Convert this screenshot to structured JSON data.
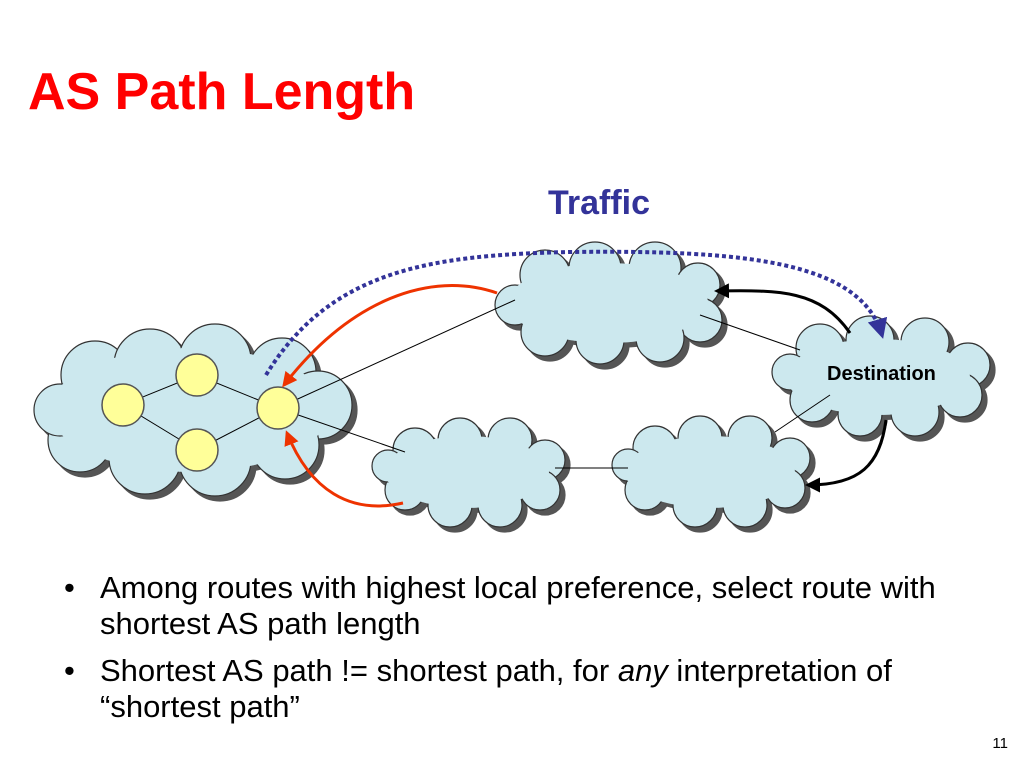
{
  "slide": {
    "title": "AS Path Length",
    "page_number": "11"
  },
  "diagram": {
    "traffic_label": "Traffic",
    "destination_label": "Destination",
    "colors": {
      "cloud_fill": "#cce8ee",
      "cloud_shadow": "#555555",
      "router_fill": "#ffff99",
      "traffic": "#333399",
      "red_route": "#ee3300",
      "black_route": "#000000"
    }
  },
  "bullets": [
    {
      "text": "Among routes with highest local preference, select route with shortest AS path length"
    },
    {
      "pre": "Shortest AS path != shortest path, for ",
      "em": "any",
      "post": " interpretation of “shortest path”"
    }
  ]
}
